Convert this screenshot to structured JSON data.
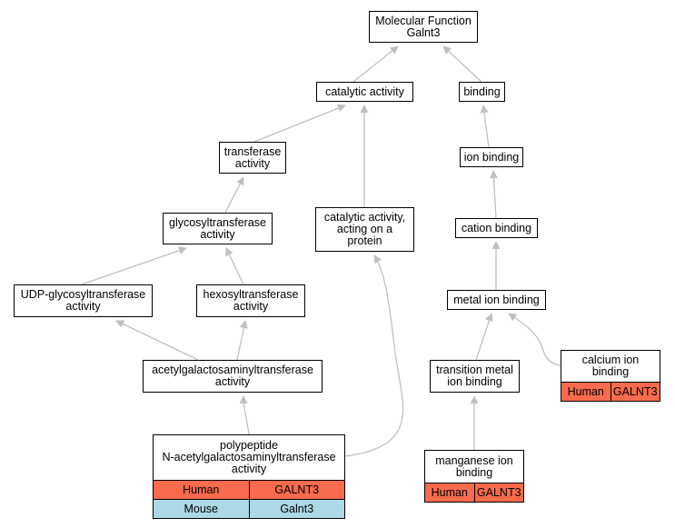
{
  "nodes": {
    "root": "Molecular Function\nGalnt3",
    "catalytic": "catalytic activity",
    "binding": "binding",
    "transferase": "transferase\nactivity",
    "ion_binding": "ion binding",
    "glycosyl": "glycosyltransferase\nactivity",
    "cat_protein": "catalytic activity,\nacting on a\nprotein",
    "cation": "cation binding",
    "udp": "UDP-glycosyltransferase\nactivity",
    "hexosyl": "hexosyltransferase\nactivity",
    "metal": "metal ion binding",
    "acetyl": "acetylgalactosaminyltransferase\nactivity",
    "transition": "transition metal\nion binding",
    "calcium": "calcium ion\nbinding",
    "polypeptide": "polypeptide\nN-acetylgalactosaminyltransferase\nactivity",
    "manganese": "manganese ion\nbinding"
  },
  "orthologs": {
    "calcium": [
      {
        "species": "Human",
        "gene": "GALNT3"
      }
    ],
    "polypeptide": [
      {
        "species": "Human",
        "gene": "GALNT3"
      },
      {
        "species": "Mouse",
        "gene": "Galnt3"
      }
    ],
    "manganese": [
      {
        "species": "Human",
        "gene": "GALNT3"
      }
    ]
  },
  "colors": {
    "human": "#fa6a4d",
    "mouse": "#add8e6",
    "edge": "#c0c0c0",
    "border": "#000000"
  }
}
